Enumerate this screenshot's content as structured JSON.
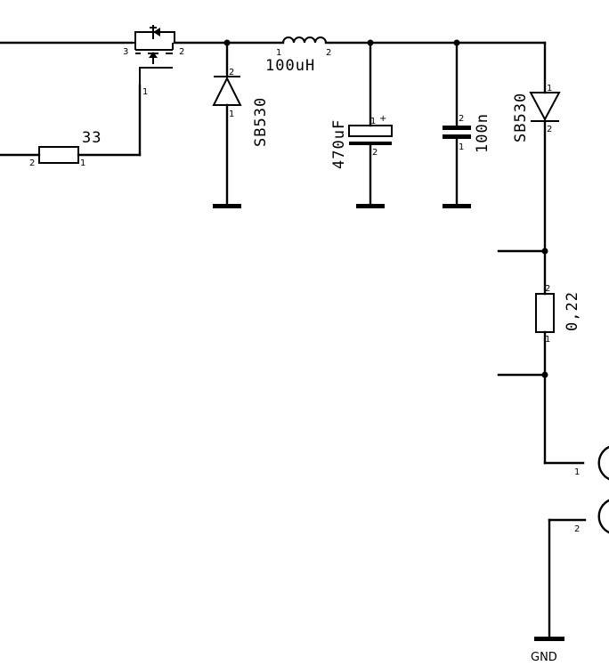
{
  "components": {
    "mosfet": {
      "pins": [
        "3",
        "2",
        "1"
      ]
    },
    "r_gate": {
      "value": "33",
      "pins": [
        "2",
        "1"
      ]
    },
    "diode_freewheel": {
      "value": "SB530",
      "pins": [
        "2",
        "1"
      ]
    },
    "inductor": {
      "value": "100uH",
      "pins": [
        "1",
        "2"
      ]
    },
    "cap_elec": {
      "value": "470uF",
      "pins": [
        "1",
        "2"
      ],
      "polarity": "+"
    },
    "cap_ceramic": {
      "value": "100n",
      "pins": [
        "2",
        "1"
      ]
    },
    "diode_output": {
      "value": "SB530",
      "pins": [
        "1",
        "2"
      ]
    },
    "r_sense": {
      "value": "0,22",
      "pins": [
        "2",
        "1"
      ]
    },
    "connector": {
      "pins": [
        "1",
        "2"
      ]
    },
    "ground_label": "GND"
  }
}
